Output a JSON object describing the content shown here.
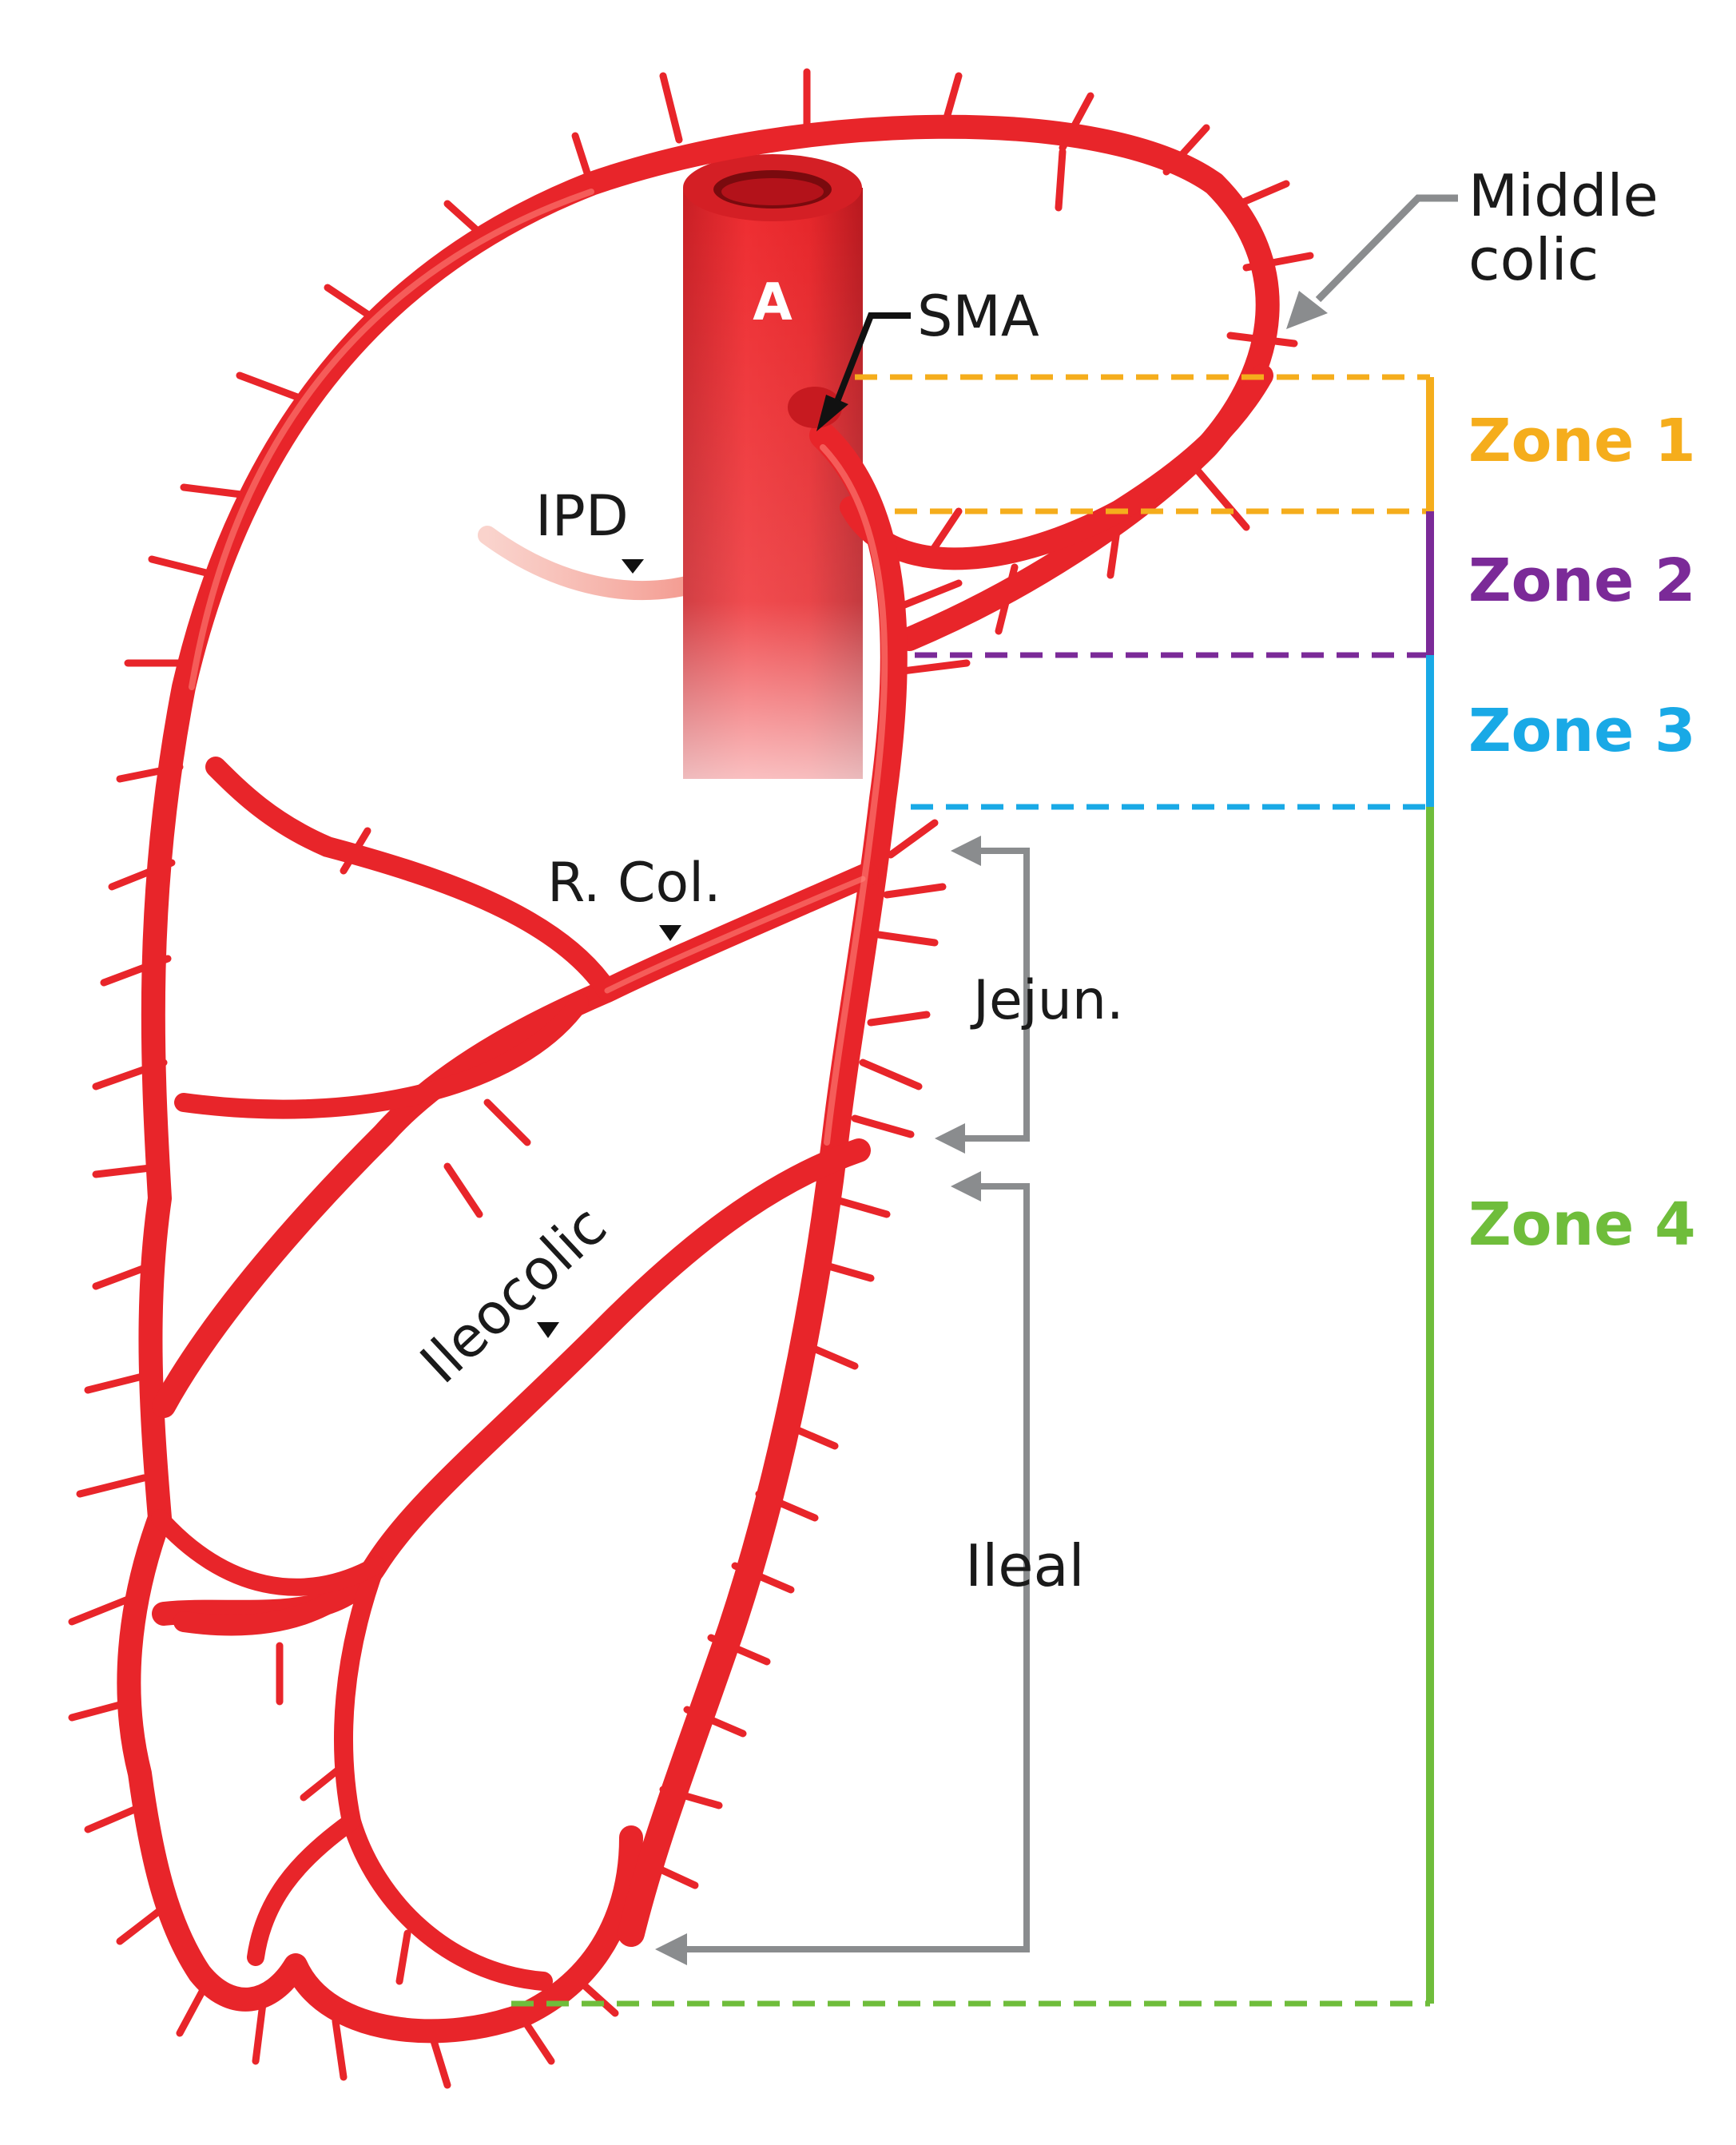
{
  "labels": {
    "aorta": "A",
    "sma": "SMA",
    "middle_colic_line1": "Middle",
    "middle_colic_line2": "colic",
    "ipd": "IPD",
    "right_colic": "R. Col.",
    "ileocolic": "Ileocolic",
    "jejunal": "Jejun.",
    "ileal": "Ileal"
  },
  "zones": [
    {
      "label": "Zone 1",
      "color": "#f5ad1c"
    },
    {
      "label": "Zone 2",
      "color": "#7b2a98"
    },
    {
      "label": "Zone 3",
      "color": "#19a9e6"
    },
    {
      "label": "Zone 4",
      "color": "#6fbd3b"
    }
  ],
  "colors": {
    "artery": "#e8252a",
    "artery_dark": "#c71a20",
    "artery_light": "#ff8a80",
    "pointer_gray": "#8a8c8e",
    "pointer_black": "#111111"
  }
}
